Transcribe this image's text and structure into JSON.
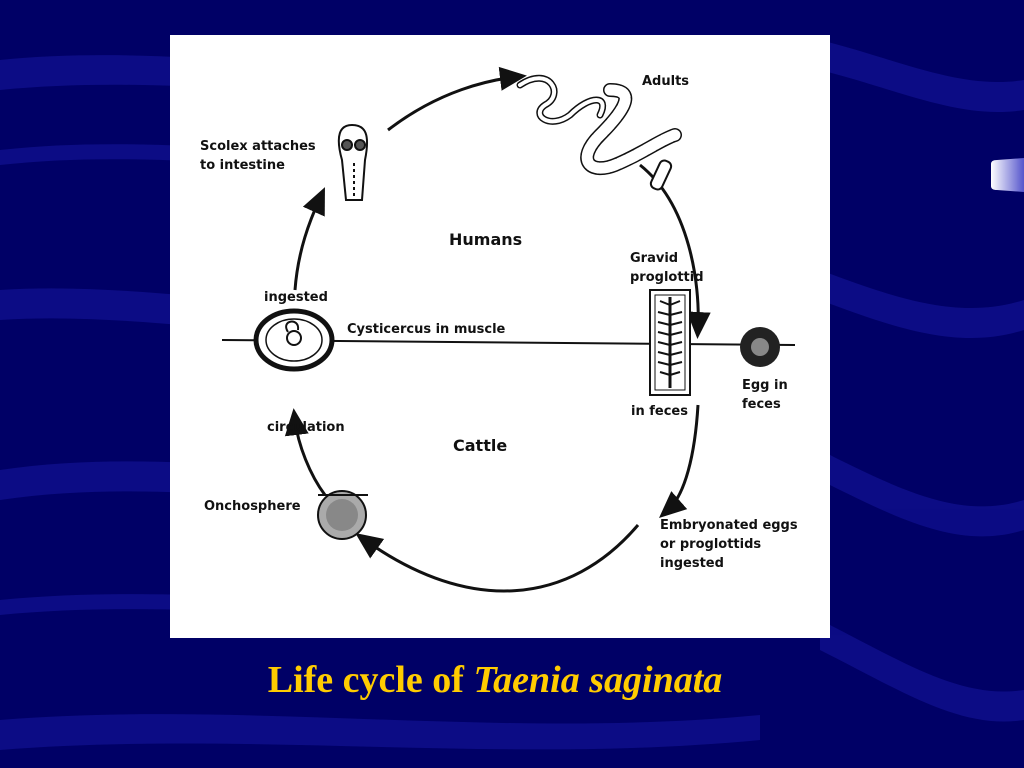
{
  "theme": {
    "background": "#000066",
    "swoosh": "#1a1a99",
    "caption_color": "#ffcc00",
    "panel": "#ffffff",
    "ink": "#111111"
  },
  "diagram": {
    "hosts": {
      "upper": "Humans",
      "lower": "Cattle"
    },
    "labels": {
      "adults": "Adults",
      "scolex_1": "Scolex attaches",
      "scolex_2": "to intestine",
      "gravid_1": "Gravid",
      "gravid_2": "proglottid",
      "ingested": "ingested",
      "cysticercus": "Cysticercus in muscle",
      "in_feces": "in feces",
      "egg_1": "Egg in",
      "egg_2": "feces",
      "circulation": "circulation",
      "onchosphere": "Onchosphere",
      "embryonated_1": "Embryonated eggs",
      "embryonated_2": "or proglottids",
      "embryonated_3": "ingested"
    },
    "icons": [
      "adult-tapeworm-icon",
      "scolex-icon",
      "gravid-proglottid-icon",
      "egg-icon",
      "cysticercus-icon",
      "onchosphere-icon"
    ]
  },
  "caption": {
    "prefix": "Life cycle of ",
    "species": "Taenia saginata"
  }
}
